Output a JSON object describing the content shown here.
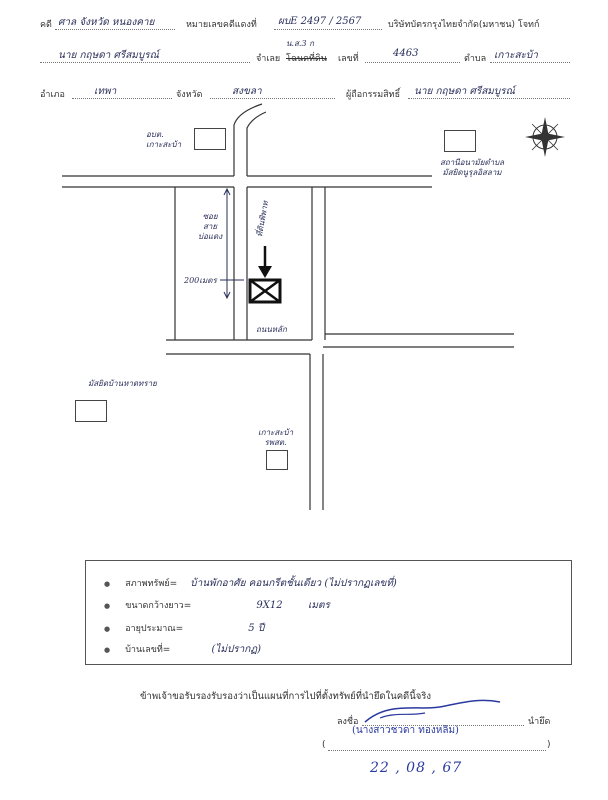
{
  "header": {
    "case_label": "คดี",
    "case_value": "ศาล จังหวัด หนองคาย",
    "black_case_label": "หมายเลขคดีแดงที่",
    "black_case_value": "ผบE 2497 / 2567",
    "plaintiff": "บริษัทบัตรกรุงไทยจำกัด(มหาชน) โจทก์",
    "defendant_value": "นาย กฤษดา ศรีสมบูรณ์",
    "defendant_label": "จำเลย",
    "deed_type_handwritten": "น.ส.3 ก",
    "deed_number_label_struck": "โฉนดที่ดิน",
    "deed_number_label": "เลขที่",
    "deed_number_value": "4463",
    "subdistrict_label": "ตำบล",
    "subdistrict_value": "เกาะสะบ้า",
    "district_label": "อำเภอ",
    "district_value": "เทพา",
    "province_label": "จังหวัด",
    "province_value": "สงขลา",
    "owner_label": "ผู้ถือกรรมสิทธิ์",
    "owner_value": "นาย กฤษดา ศรีสมบูรณ์"
  },
  "map": {
    "school_label": "อบต.\nเกาะสะบ้า",
    "mosque_label": "สถานีอนามัยตำบล\nมัสยิดนูรุลอิสลาม",
    "alley_label": "ซอย\nสาย\nบ่อแดง",
    "distance_label": "200เมตร",
    "property_label": "ที่ดินพิพาท",
    "south_label": "ถนนหลัก",
    "temple_label": "มัสยิดบ้านหาดทราย",
    "police_label": "เกาะสะบ้า\nรพสต."
  },
  "details": [
    {
      "label": "สภาพทรัพย์=",
      "value": "บ้านพักอาศัย คอนกรีตชั้นเดียว (ไม่ปรากฏเลขที่)"
    },
    {
      "label": "ขนาดกว้างยาว=",
      "value": "9X12        เมตร"
    },
    {
      "label": "อายุประมาณ=",
      "value": "5 ปี"
    },
    {
      "label": "บ้านเลขที่=",
      "value": "(ไม่ปรากฏ)"
    }
  ],
  "certification": "ข้าพเจ้าขอรับรองรับรองว่าเป็นแผนที่การไปที่ตั้งทรัพย์ที่นำยึดในคดีนี้จริง",
  "signature": {
    "sign_label": "ลงชื่อ",
    "role": "นำยึด",
    "name_stamp": "(นางสาวชวดา ทองหลิม)",
    "date": "22 , 08 , 67"
  },
  "colors": {
    "ink": "#2a2f5a",
    "pen_blue": "#2a3aa0",
    "print": "#333333"
  }
}
